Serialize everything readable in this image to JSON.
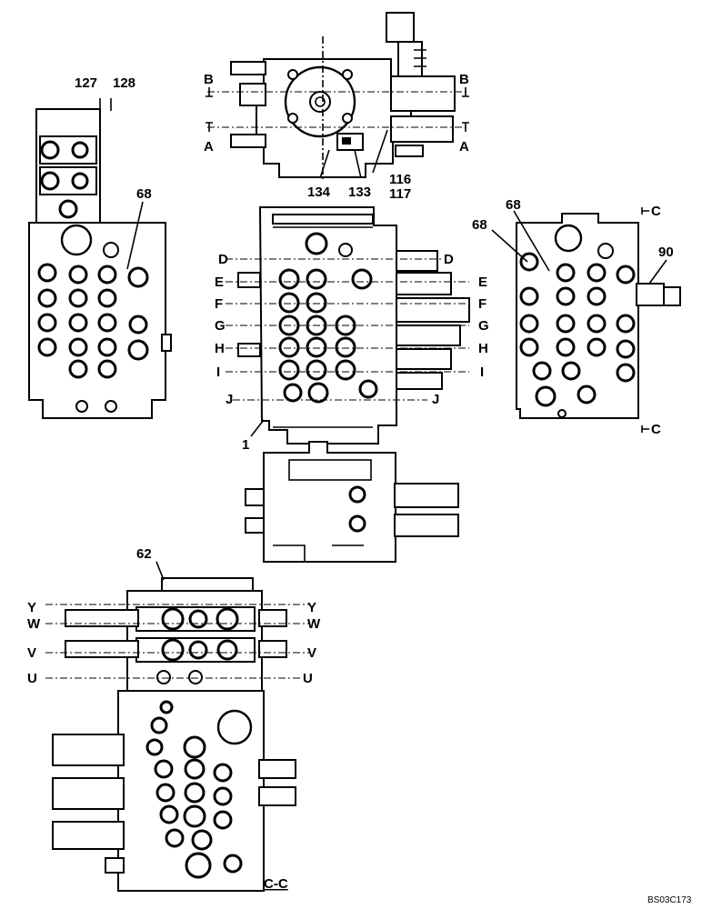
{
  "part_labels": {
    "p127": "127",
    "p128": "128",
    "p68_left": "68",
    "p68_right_a": "68",
    "p68_right_b": "68",
    "p90": "90",
    "p134": "134",
    "p133": "133",
    "p116": "116",
    "p117": "117",
    "p1": "1",
    "p62": "62"
  },
  "section_marks": {
    "A": "A",
    "B": "B",
    "C": "C",
    "D": "D",
    "E": "E",
    "F": "F",
    "G": "G",
    "H": "H",
    "I": "I",
    "J": "J",
    "U": "U",
    "V": "V",
    "W": "W",
    "Y": "Y"
  },
  "section_view_title": "C-C",
  "drawing_code": "BS03C173"
}
